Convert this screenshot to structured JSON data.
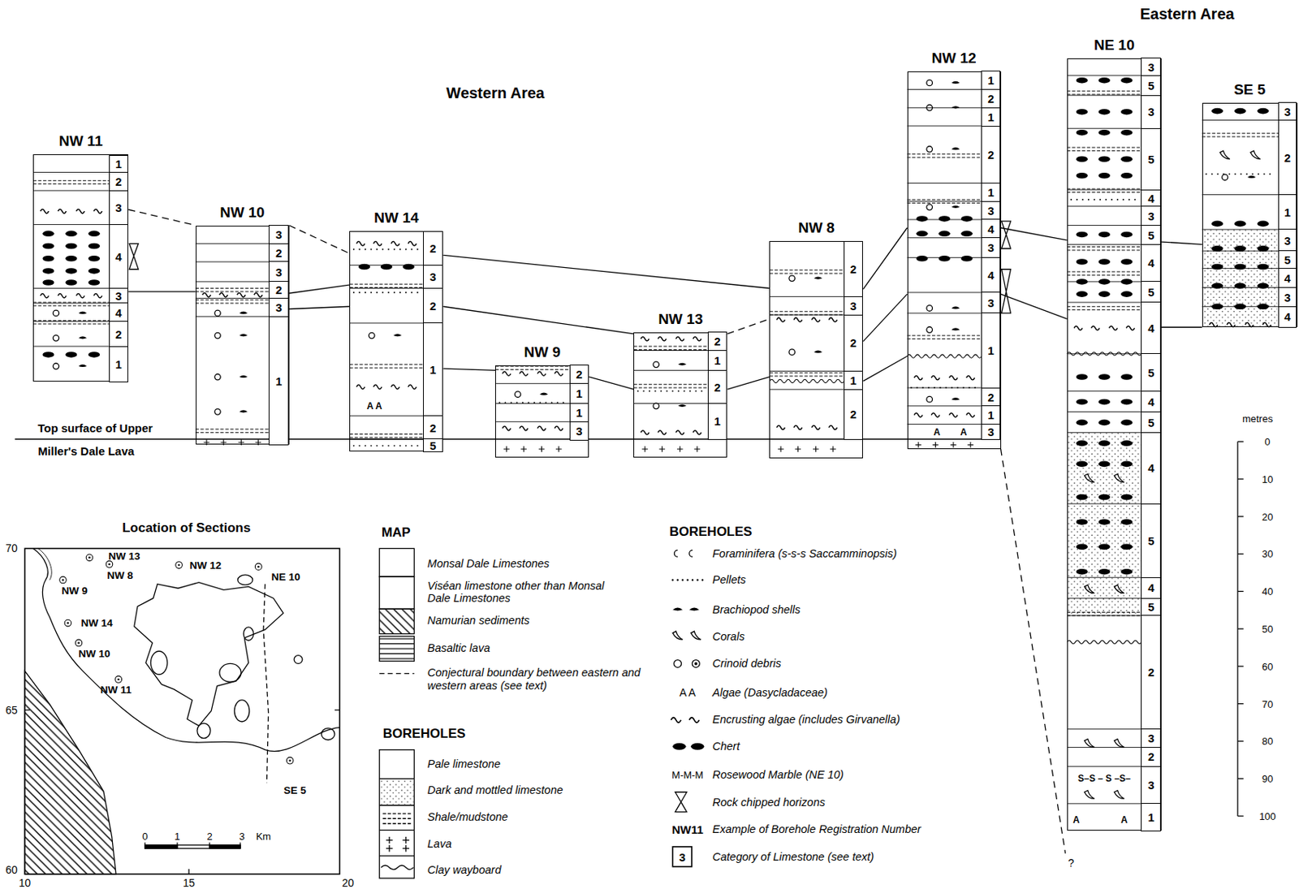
{
  "diagram": {
    "nodes": [
      {
        "text": [
          "NW 11"
        ]
      },
      {
        "text": [
          "1"
        ],
        "in": 0
      },
      {
        "text": [
          "2"
        ],
        "in": 0
      },
      {
        "text": [
          "3"
        ],
        "in": 0
      },
      {
        "text": [
          "4"
        ],
        "in": 0
      },
      {
        "text": [
          "3"
        ],
        "in": 0
      },
      {
        "text": [
          "4"
        ],
        "in": 0
      },
      {
        "text": [
          "2"
        ],
        "in": 0
      },
      {
        "text": [
          "1"
        ],
        "in": 0
      },
      {
        "text": [
          "NW 10"
        ]
      },
      {
        "text": [
          "3"
        ],
        "in": 9
      },
      {
        "text": [
          "2"
        ],
        "in": 9
      },
      {
        "text": [
          "3"
        ],
        "in": 9
      },
      {
        "text": [
          "2"
        ],
        "in": 9
      },
      {
        "text": [
          "3"
        ],
        "in": 9
      },
      {
        "text": [
          "1"
        ],
        "in": 9
      },
      {
        "text": [
          "NW 14"
        ]
      },
      {
        "text": [
          "2"
        ],
        "in": 16
      },
      {
        "text": [
          "3"
        ],
        "in": 16
      },
      {
        "text": [
          "2"
        ],
        "in": 16
      },
      {
        "text": [
          "1"
        ],
        "in": 16
      },
      {
        "text": [
          "2"
        ],
        "in": 16
      },
      {
        "text": [
          "5"
        ],
        "in": 16
      },
      {
        "text": [
          "NW 9"
        ]
      },
      {
        "text": [
          "2"
        ],
        "in": 23
      },
      {
        "text": [
          "1"
        ],
        "in": 23
      },
      {
        "text": [
          "1"
        ],
        "in": 23
      },
      {
        "text": [
          "3"
        ],
        "in": 23
      },
      {
        "text": [
          "NW 13"
        ]
      },
      {
        "text": [
          "2"
        ],
        "in": 28
      },
      {
        "text": [
          "1"
        ],
        "in": 28
      },
      {
        "text": [
          "2"
        ],
        "in": 28
      },
      {
        "text": [
          "1"
        ],
        "in": 28
      },
      {
        "text": [
          "NW 8"
        ]
      },
      {
        "text": [
          "2"
        ],
        "in": 33
      },
      {
        "text": [
          "3"
        ],
        "in": 33
      },
      {
        "text": [
          "2"
        ],
        "in": 33
      },
      {
        "text": [
          "1"
        ],
        "in": 33
      },
      {
        "text": [
          "2"
        ],
        "in": 33
      },
      {
        "text": [
          "NW 12"
        ]
      },
      {
        "text": [
          "1"
        ],
        "in": 39
      },
      {
        "text": [
          "2"
        ],
        "in": 39
      },
      {
        "text": [
          "1"
        ],
        "in": 39
      },
      {
        "text": [
          "2"
        ],
        "in": 39
      },
      {
        "text": [
          "1"
        ],
        "in": 39
      },
      {
        "text": [
          "3"
        ],
        "in": 39
      },
      {
        "text": [
          "4"
        ],
        "in": 39
      },
      {
        "text": [
          "3"
        ],
        "in": 39
      },
      {
        "text": [
          "4"
        ],
        "in": 39
      },
      {
        "text": [
          "3"
        ],
        "in": 39
      },
      {
        "text": [
          "1"
        ],
        "in": 39
      },
      {
        "text": [
          "2"
        ],
        "in": 39
      },
      {
        "text": [
          "1"
        ],
        "in": 39
      },
      {
        "text": [
          "3"
        ],
        "in": 39
      },
      {
        "text": [
          "NE 10"
        ]
      },
      {
        "text": [
          "3"
        ],
        "in": 54
      },
      {
        "text": [
          "5"
        ],
        "in": 54
      },
      {
        "text": [
          "3"
        ],
        "in": 54
      },
      {
        "text": [
          "5"
        ],
        "in": 54
      },
      {
        "text": [
          "4"
        ],
        "in": 54
      },
      {
        "text": [
          "3"
        ],
        "in": 54
      },
      {
        "text": [
          "5"
        ],
        "in": 54
      },
      {
        "text": [
          "4"
        ],
        "in": 54
      },
      {
        "text": [
          "5"
        ],
        "in": 54
      },
      {
        "text": [
          "4"
        ],
        "in": 54
      },
      {
        "text": [
          "5"
        ],
        "in": 54
      },
      {
        "text": [
          "4"
        ],
        "in": 54
      },
      {
        "text": [
          "5"
        ],
        "in": 54
      },
      {
        "text": [
          "4"
        ],
        "in": 54
      },
      {
        "text": [
          "5"
        ],
        "in": 54
      },
      {
        "text": [
          "4"
        ],
        "in": 54
      },
      {
        "text": [
          "5"
        ],
        "in": 54
      },
      {
        "text": [
          "2"
        ],
        "in": 54
      },
      {
        "text": [
          "3"
        ],
        "in": 54
      },
      {
        "text": [
          "2"
        ],
        "in": 54
      },
      {
        "text": [
          "3"
        ],
        "in": 54
      },
      {
        "text": [
          "1"
        ],
        "in": 54
      },
      {
        "text": [
          "SE 5"
        ]
      },
      {
        "text": [
          "3"
        ],
        "in": 77
      },
      {
        "text": [
          "2"
        ],
        "in": 77
      },
      {
        "text": [
          "1"
        ],
        "in": 77
      },
      {
        "text": [
          "3"
        ],
        "in": 77
      },
      {
        "text": [
          "5"
        ],
        "in": 77
      },
      {
        "text": [
          "4"
        ],
        "in": 77
      },
      {
        "text": [
          "3"
        ],
        "in": 77
      },
      {
        "text": [
          "4"
        ],
        "in": 77
      }
    ],
    "edges": [
      {
        "from": 0,
        "to": 9,
        "arrow": "none"
      },
      {
        "from": 0,
        "to": 9,
        "arrow": "none"
      },
      {
        "from": 9,
        "to": 16,
        "arrow": "none"
      },
      {
        "from": 9,
        "to": 16,
        "arrow": "none"
      },
      {
        "from": 9,
        "to": 16,
        "arrow": "none"
      },
      {
        "from": 16,
        "to": 33,
        "arrow": "none"
      },
      {
        "from": 16,
        "to": 28,
        "arrow": "none"
      },
      {
        "from": 16,
        "to": 23,
        "arrow": "none"
      },
      {
        "from": 23,
        "to": 28,
        "arrow": "none"
      },
      {
        "from": 28,
        "to": 33,
        "arrow": "none"
      },
      {
        "from": 28,
        "to": 33,
        "arrow": "none"
      },
      {
        "from": 33,
        "to": 39,
        "arrow": "none"
      },
      {
        "from": 33,
        "to": 39,
        "arrow": "none"
      },
      {
        "from": 33,
        "to": 39,
        "arrow": "none"
      },
      {
        "from": 39,
        "to": 54,
        "arrow": "none"
      },
      {
        "from": 39,
        "to": 54,
        "arrow": "none"
      },
      {
        "from": 54,
        "to": 77,
        "arrow": "none"
      },
      {
        "from": 54,
        "to": 77,
        "arrow": "none"
      }
    ],
    "labels": [
      "Eastern Area",
      "Western Area",
      "Top surface of Upper",
      "Miller's Dale Lava",
      "Location of Sections",
      "70",
      "65",
      "60",
      "10",
      "15",
      "20",
      "NW 13",
      "NW 8",
      "NW 9",
      "NW 12",
      "NE 10",
      "NW 14",
      "NW 10",
      "NW 11",
      "SE 5",
      "0",
      "1",
      "2",
      "3",
      "Km",
      "MAP",
      "BOREHOLES",
      "BOREHOLES",
      "metres",
      "0",
      "10",
      "20",
      "30",
      "40",
      "50",
      "60",
      "70",
      "80",
      "90",
      "100",
      "?",
      "A A",
      "A",
      "A",
      "S–S – S –S–",
      "A",
      "A",
      "A A",
      "M-M-M",
      "NW11",
      "3"
    ],
    "legend": [
      {
        "text": "Monsal Dale Limestones"
      },
      {
        "text": "Viséan limestone other than Monsal Dale Limestones"
      },
      {
        "text": "Namurian sediments"
      },
      {
        "text": "Basaltic lava"
      },
      {
        "text": "Conjectural boundary between eastern and western areas (see text)"
      },
      {
        "text": "Pale limestone"
      },
      {
        "text": "Dark and mottled limestone"
      },
      {
        "text": "Shale/mudstone"
      },
      {
        "text": "Lava"
      },
      {
        "text": "Clay wayboard"
      },
      {
        "text": "Foraminifera (s-s-s Saccamminopsis)"
      },
      {
        "text": "Pellets"
      },
      {
        "text": "Brachiopod shells"
      },
      {
        "text": "Corals"
      },
      {
        "text": "Crinoid debris"
      },
      {
        "text": "Algae (Dasycladaceae)"
      },
      {
        "text": "Encrusting algae (includes Girvanella)"
      },
      {
        "text": "Chert"
      },
      {
        "text": "Rosewood Marble (NE 10)"
      },
      {
        "text": "Rock chipped horizons"
      },
      {
        "text": "Example of Borehole Registration Number"
      },
      {
        "text": "Category of Limestone (see text)"
      }
    ]
  }
}
